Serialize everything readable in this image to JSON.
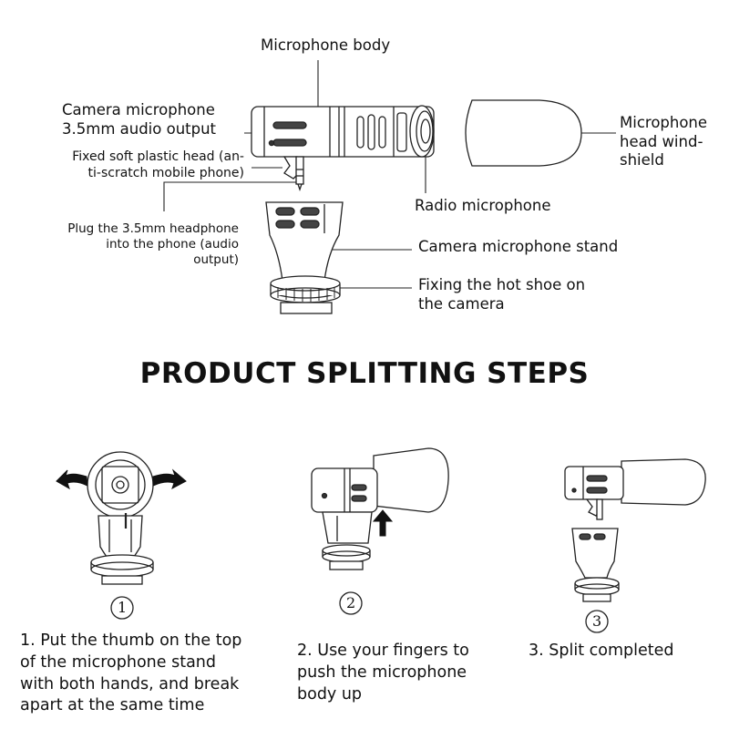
{
  "labels": {
    "microphone_body": "Microphone body",
    "camera_microphone_line1": "Camera microphone",
    "camera_microphone_line2": "3.5mm audio output",
    "fixed_head_line1": "Fixed soft plastic head (an-",
    "fixed_head_line2": "ti-scratch mobile phone)",
    "plug_line1": "Plug the 3.5mm headphone",
    "plug_line2": "into the phone (audio",
    "plug_line3": "output)",
    "windshield_line1": "Microphone",
    "windshield_line2": "head wind-",
    "windshield_line3": "shield",
    "radio_microphone": "Radio microphone",
    "stand": "Camera microphone stand",
    "hot_shoe_line1": "Fixing the hot shoe on",
    "hot_shoe_line2": "the camera"
  },
  "heading": "PRODUCT SPLITTING STEPS",
  "steps": [
    {
      "number": "1",
      "lines": [
        "1. Put the thumb on the top",
        "of the microphone stand",
        "with both hands, and break",
        "apart at the same time"
      ]
    },
    {
      "number": "2",
      "lines": [
        "2. Use your fingers to",
        "push the microphone",
        "body up"
      ]
    },
    {
      "number": "3",
      "lines": [
        "3. Split completed"
      ]
    }
  ],
  "icons": {
    "left_arrow": "curved-arrow-left-icon",
    "right_arrow": "curved-arrow-right-icon",
    "up_arrow": "arrow-up-icon"
  }
}
